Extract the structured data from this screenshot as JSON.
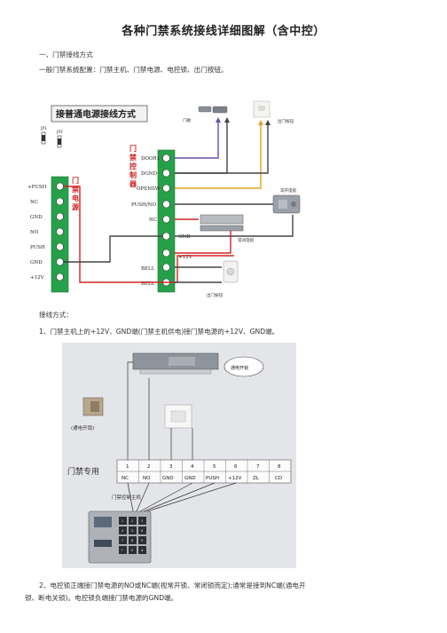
{
  "doc": {
    "title": "各种门禁系统接线详细图解（含中控）",
    "section1": "一、门禁接线方式",
    "intro": "一般门禁系统配置：门禁主机、门禁电源、电控锁、出门按钮。",
    "wiring_label": "接线方式：",
    "step1": "1、门禁主机上的+12V、GND端(门禁主机供电)接门禁电源的+12V、GND端。",
    "step2_line1": "2、电控锁正端接门禁电源的NO或NC端(视常开锁、常闭锁而定);通常是接到NC端(通电开",
    "step2_line2": "锁、断电关锁)。电控锁负端接门禁电源的GND端。"
  },
  "diagram1": {
    "heading": "接普通电源接线方式",
    "jp1": "JP1",
    "jp2": "JP2",
    "psu_title": [
      "门",
      "禁",
      "电",
      "源"
    ],
    "psu_terminals": [
      "+PUSH",
      "NC",
      "GND",
      "NO",
      "PUSH",
      "GND",
      "+12V"
    ],
    "ctrl_title": [
      "门",
      "禁",
      "控",
      "制",
      "器"
    ],
    "ctrl_terminals": [
      "DOOR1",
      "DGND",
      "OPENSW",
      "PUSH/NO",
      "NC",
      "GND",
      "+12V",
      "BELL",
      "BELL"
    ],
    "labels": {
      "door_magnet": "门磁",
      "exit_button_top": "出门按钮",
      "lock_right": "常开电锁",
      "mag_lock": "常闭电锁",
      "exit_button_bottom": "出门按钮"
    }
  },
  "diagram2": {
    "lock_label": "(通电开锁)",
    "callout": "通电开锁",
    "row_label": "门禁专用",
    "top_numbers": [
      "1",
      "2",
      "3",
      "4",
      "5",
      "6",
      "7",
      "8"
    ],
    "bottom_labels": [
      "NC",
      "NO",
      "GND",
      "GND",
      "PUSH",
      "+12V",
      "ZL",
      "CD"
    ],
    "controller_label": "门禁控制主机",
    "keypad_keys": [
      "1",
      "2",
      "3",
      "4",
      "5",
      "6",
      "7",
      "8",
      "9",
      "*",
      "0",
      "#"
    ]
  }
}
